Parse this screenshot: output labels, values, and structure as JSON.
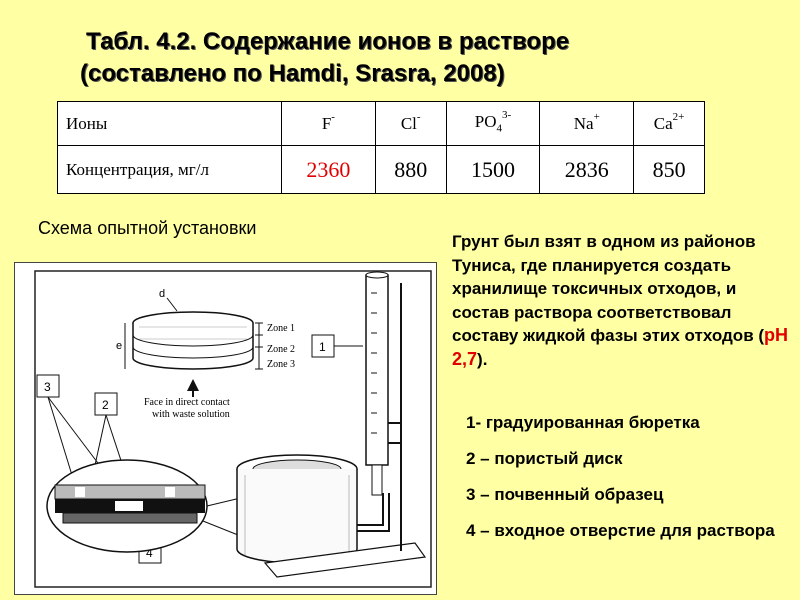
{
  "title": {
    "line1": "Табл. 4.2. Содержание ионов в растворе",
    "line2": "(составлено по Hamdi, Srasra, 2008)"
  },
  "table": {
    "row_label_ions": "Ионы",
    "row_label_conc": "Концентрация, мг/л",
    "ions": [
      {
        "base": "F",
        "sup": "-",
        "sub": ""
      },
      {
        "base": "Cl",
        "sup": "-",
        "sub": ""
      },
      {
        "base": "PO",
        "sub": "4",
        "sup": "3-"
      },
      {
        "base": "Na",
        "sup": "+",
        "sub": ""
      },
      {
        "base": "Ca",
        "sup": "2+",
        "sub": ""
      }
    ],
    "values": [
      "2360",
      "880",
      "1500",
      "2836",
      "850"
    ],
    "highlight_color": "#E00000"
  },
  "schema_title": "Схема опытной установки",
  "figure": {
    "labels": {
      "d": "d",
      "e": "e",
      "zone1": "Zone 1",
      "zone2": "Zone 2",
      "zone3": "Zone 3",
      "face_line1": "Face in direct contact",
      "face_line2": "with waste solution",
      "n1": "1",
      "n2": "2",
      "n3": "3",
      "n4": "4"
    }
  },
  "description": {
    "text": "Грунт был взят в одном из районов Туниса, где планируется создать хранилище токсичных отходов, и состав раствора соответствовал составу жидкой фазы этих отходов (",
    "ph": "pH 2,7",
    "end": ")."
  },
  "legend": [
    "1- градуированная бюретка",
    "2 – пористый диск",
    "3 – почвенный образец",
    "4 – входное отверстие для раствора"
  ]
}
